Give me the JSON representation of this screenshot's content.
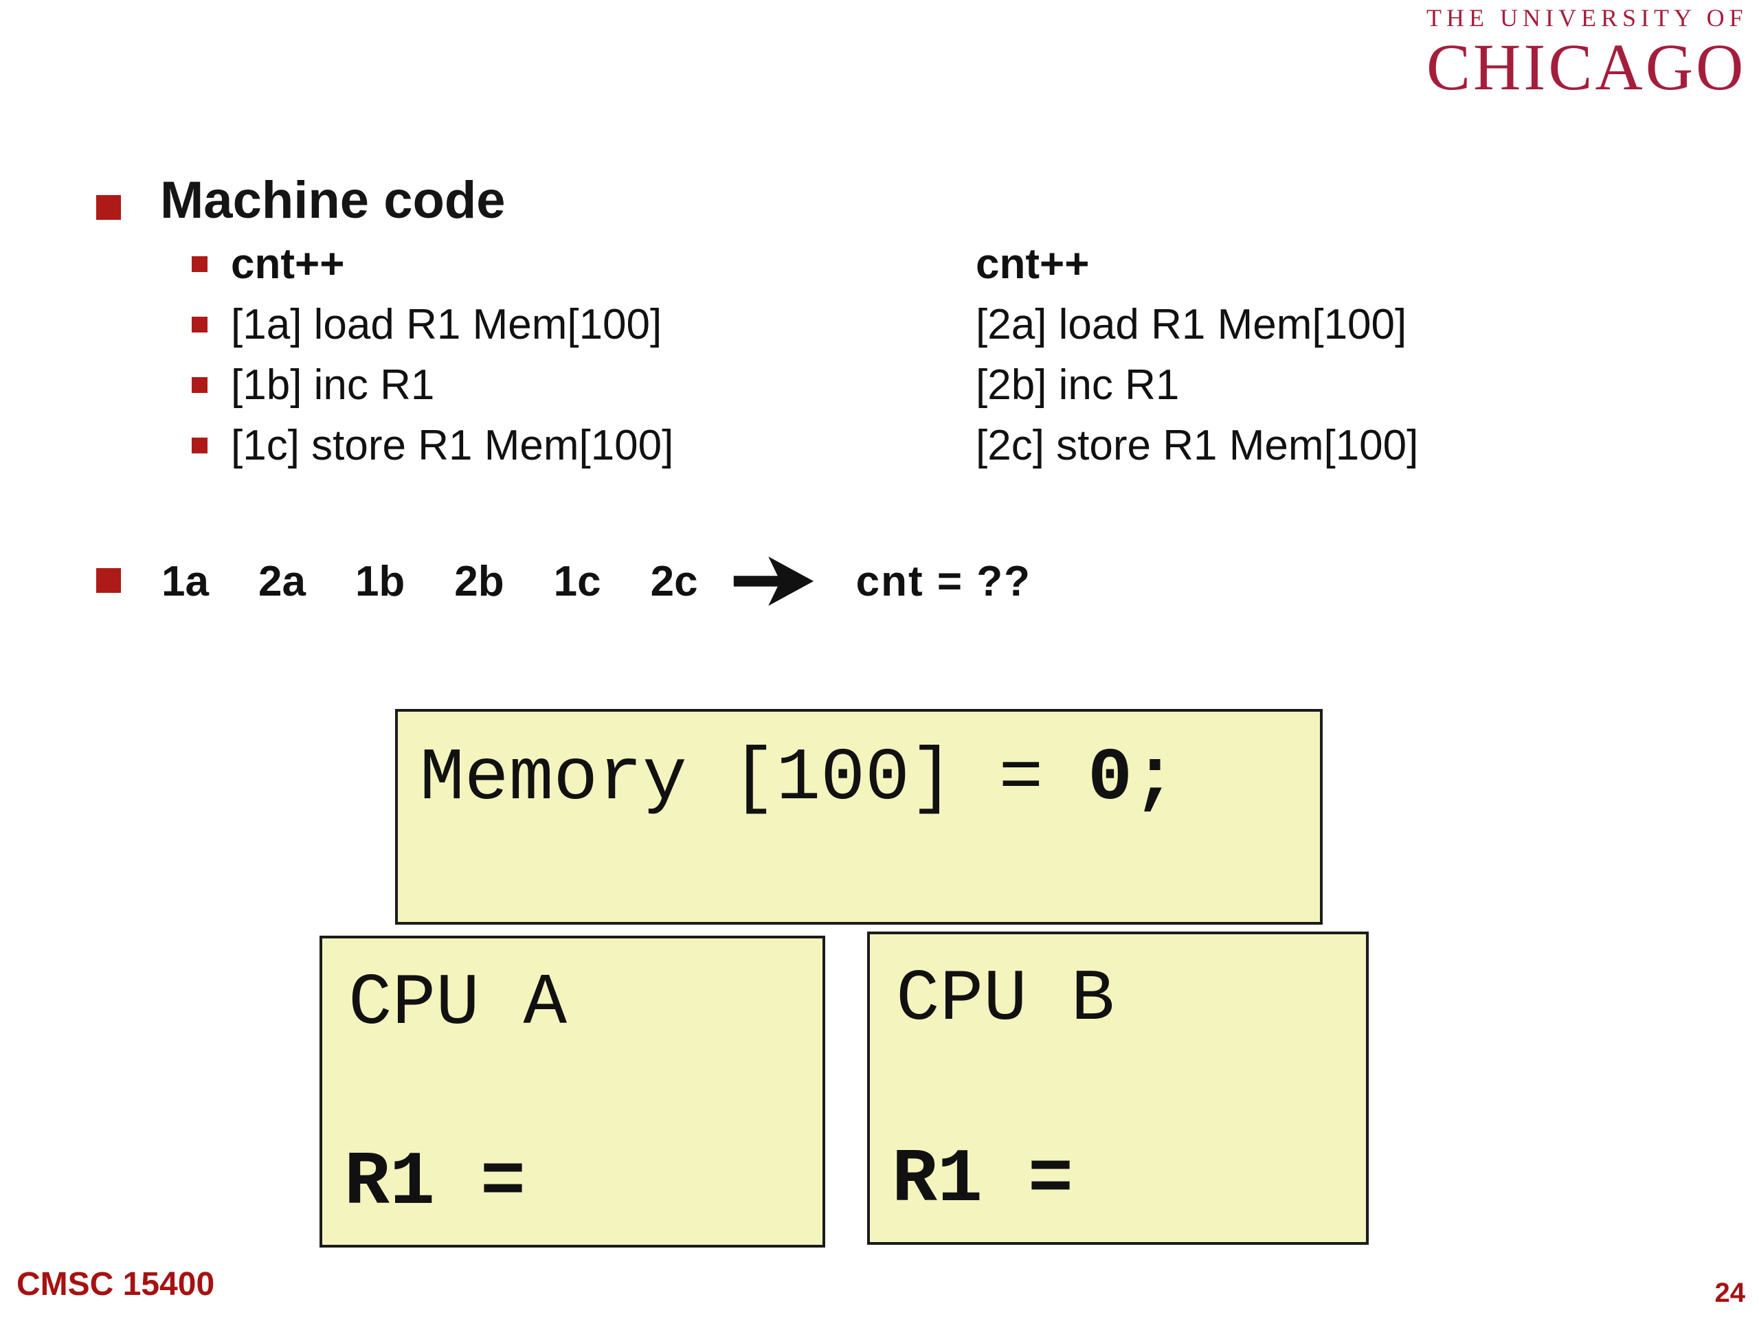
{
  "logo": {
    "line1": "THE UNIVERSITY OF",
    "line2": "CHICAGO"
  },
  "content": {
    "heading": "Machine code",
    "left_column": {
      "title": "cnt++",
      "lines": [
        "[1a] load R1 Mem[100]",
        "[1b] inc R1",
        "[1c] store R1 Mem[100]"
      ]
    },
    "right_column": {
      "title": "cnt++",
      "lines": [
        "[2a] load R1 Mem[100]",
        "[2b] inc R1",
        "[2c] store R1 Mem[100]"
      ]
    },
    "sequence": {
      "items": [
        "1a",
        "2a",
        "1b",
        "2b",
        "1c",
        "2c"
      ],
      "result": "cnt = ??"
    },
    "memory_box": {
      "label": "Memory [100] = ",
      "value": "0;"
    },
    "cpu_a": {
      "label": "CPU A",
      "register": "R1 ="
    },
    "cpu_b": {
      "label": "CPU B",
      "register": "R1 ="
    }
  },
  "footer": {
    "course": "CMSC 15400",
    "page": "24"
  },
  "colors": {
    "maroon": "#A41E3C",
    "bullet_red": "#AE1A17",
    "footer_red": "#A61212",
    "box_fill": "#F4F4BE"
  }
}
